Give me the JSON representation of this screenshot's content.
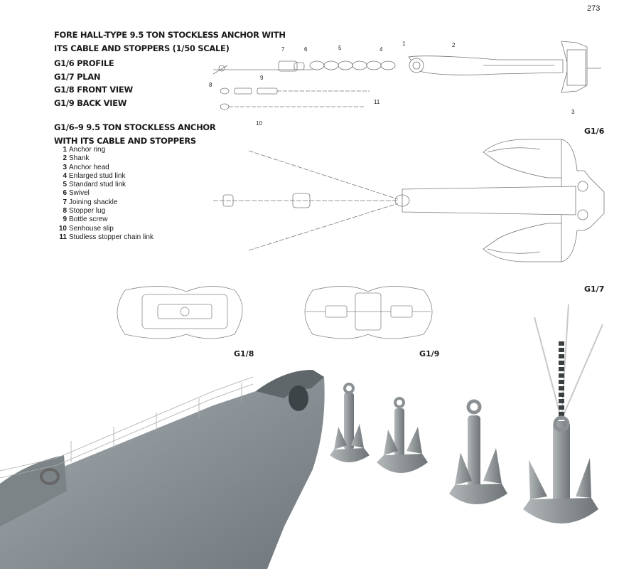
{
  "page_number": "273",
  "title": {
    "line1": "FORE HALL-TYPE 9.5 TON STOCKLESS ANCHOR WITH",
    "line2": "ITS CABLE AND STOPPERS (1/50 SCALE)"
  },
  "figure_list": [
    {
      "label": "G1/6 PROFILE"
    },
    {
      "label": "G1/7 PLAN"
    },
    {
      "label": "G1/8 FRONT VIEW"
    },
    {
      "label": "G1/9 BACK VIEW"
    }
  ],
  "caption": {
    "line1": "G1/6–9 9.5 TON STOCKLESS ANCHOR",
    "line2": "WITH ITS CABLE AND STOPPERS"
  },
  "legend": [
    {
      "num": "1",
      "text": "Anchor ring"
    },
    {
      "num": "2",
      "text": "Shank"
    },
    {
      "num": "3",
      "text": "Anchor head"
    },
    {
      "num": "4",
      "text": "Enlarged stud link"
    },
    {
      "num": "5",
      "text": "Standard stud link"
    },
    {
      "num": "6",
      "text": "Swivel"
    },
    {
      "num": "7",
      "text": "Joining shackle"
    },
    {
      "num": "8",
      "text": "Stopper lug"
    },
    {
      "num": "9",
      "text": "Bottle screw"
    },
    {
      "num": "10",
      "text": "Senhouse slip"
    },
    {
      "num": "11",
      "text": "Studless stopper chain link"
    }
  ],
  "figure_labels": {
    "g16": "G1/6",
    "g17": "G1/7",
    "g18": "G1/8",
    "g19": "G1/9"
  },
  "callouts": {
    "c1": "1",
    "c2": "2",
    "c3": "3",
    "c4": "4",
    "c5": "5",
    "c6": "6",
    "c7": "7",
    "c8": "8",
    "c9": "9",
    "c10": "10",
    "c11": "11"
  },
  "colors": {
    "line_drawing": "#777777",
    "hull": "#8d9499",
    "anchor_render": "#9aa0a3"
  }
}
